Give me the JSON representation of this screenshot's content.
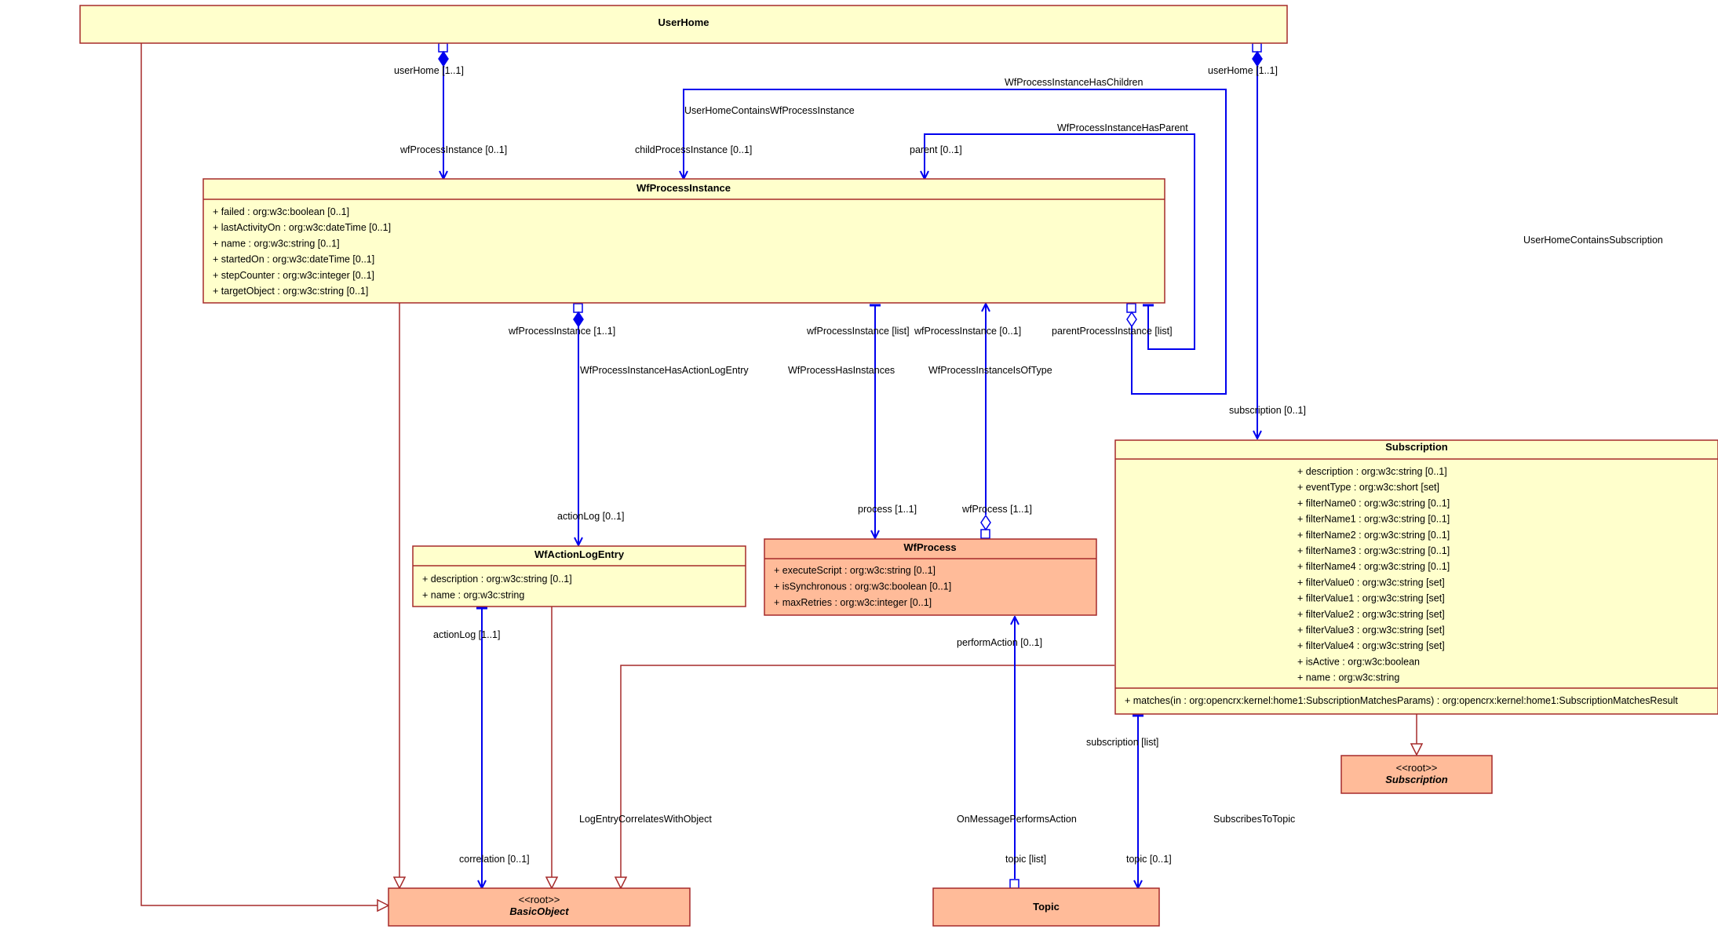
{
  "classes": {
    "userhome": {
      "name": "UserHome"
    },
    "wfprocessinstance": {
      "name": "WfProcessInstance",
      "attributes": [
        "+ failed : org:w3c:boolean [0..1]",
        "+ lastActivityOn : org:w3c:dateTime [0..1]",
        "+ name : org:w3c:string [0..1]",
        "+ startedOn : org:w3c:dateTime [0..1]",
        "+ stepCounter : org:w3c:integer [0..1]",
        "+ targetObject : org:w3c:string [0..1]"
      ]
    },
    "wfactionlogentry": {
      "name": "WfActionLogEntry",
      "attributes": [
        "+ description : org:w3c:string [0..1]",
        "+ name : org:w3c:string"
      ]
    },
    "wfprocess": {
      "name": "WfProcess",
      "attributes": [
        "+ executeScript : org:w3c:string [0..1]",
        "+ isSynchronous : org:w3c:boolean [0..1]",
        "+ maxRetries : org:w3c:integer [0..1]"
      ]
    },
    "subscription": {
      "name": "Subscription",
      "attributes": [
        "+ description : org:w3c:string [0..1]",
        "+ eventType : org:w3c:short [set]",
        "+ filterName0 : org:w3c:string [0..1]",
        "+ filterName1 : org:w3c:string [0..1]",
        "+ filterName2 : org:w3c:string [0..1]",
        "+ filterName3 : org:w3c:string [0..1]",
        "+ filterName4 : org:w3c:string [0..1]",
        "+ filterValue0 : org:w3c:string [set]",
        "+ filterValue1 : org:w3c:string [set]",
        "+ filterValue2 : org:w3c:string [set]",
        "+ filterValue3 : org:w3c:string [set]",
        "+ filterValue4 : org:w3c:string [set]",
        "+ isActive : org:w3c:boolean",
        "+ name : org:w3c:string"
      ],
      "operations": [
        "+ matches(in : org:opencrx:kernel:home1:SubscriptionMatchesParams) : org:opencrx:kernel:home1:SubscriptionMatchesResult"
      ]
    },
    "subscription_root": {
      "stereotype": "<<root>>",
      "name": "Subscription"
    },
    "basicobject_root": {
      "stereotype": "<<root>>",
      "name": "BasicObject"
    },
    "topic": {
      "name": "Topic"
    }
  },
  "labels": {
    "userhome_1": "userHome [1..1]",
    "userhome_2": "userHome [1..1]",
    "wfprocessinstance_01": "wfProcessInstance [0..1]",
    "userhome_contains_wfpi": "UserHomeContainsWfProcessInstance",
    "child_pi": "childProcessInstance [0..1]",
    "wfpi_has_children": "WfProcessInstanceHasChildren",
    "wfpi_has_parent": "WfProcessInstanceHasParent",
    "parent": "parent [0..1]",
    "userhome_contains_sub": "UserHomeContainsSubscription",
    "wfpi_11": "wfProcessInstance [1..1]",
    "wfpi_list": "wfProcessInstance [list]",
    "wfpi_01_b": "wfProcessInstance [0..1]",
    "parent_pi": "parentProcessInstance [list]",
    "wfpi_has_actionlog": "WfProcessInstanceHasActionLogEntry",
    "wfprocess_has_instances": "WfProcessHasInstances",
    "wfpi_is_of_type": "WfProcessInstanceIsOfType",
    "subscription_01": "subscription [0..1]",
    "actionlog_01": "actionLog [0..1]",
    "process_11": "process [1..1]",
    "wfprocess_11": "wfProcess [1..1]",
    "actionlog_11": "actionLog [1..1]",
    "perform_action": "performAction [0..1]",
    "subscription_list": "subscription [list]",
    "logentry_correlates": "LogEntryCorrelatesWithObject",
    "on_message_performs": "OnMessagePerformsAction",
    "subscribes_to_topic": "SubscribesToTopic",
    "correlation_01": "correlation [0..1]",
    "topic_list": "topic [list]",
    "topic_01": "topic [0..1]"
  }
}
